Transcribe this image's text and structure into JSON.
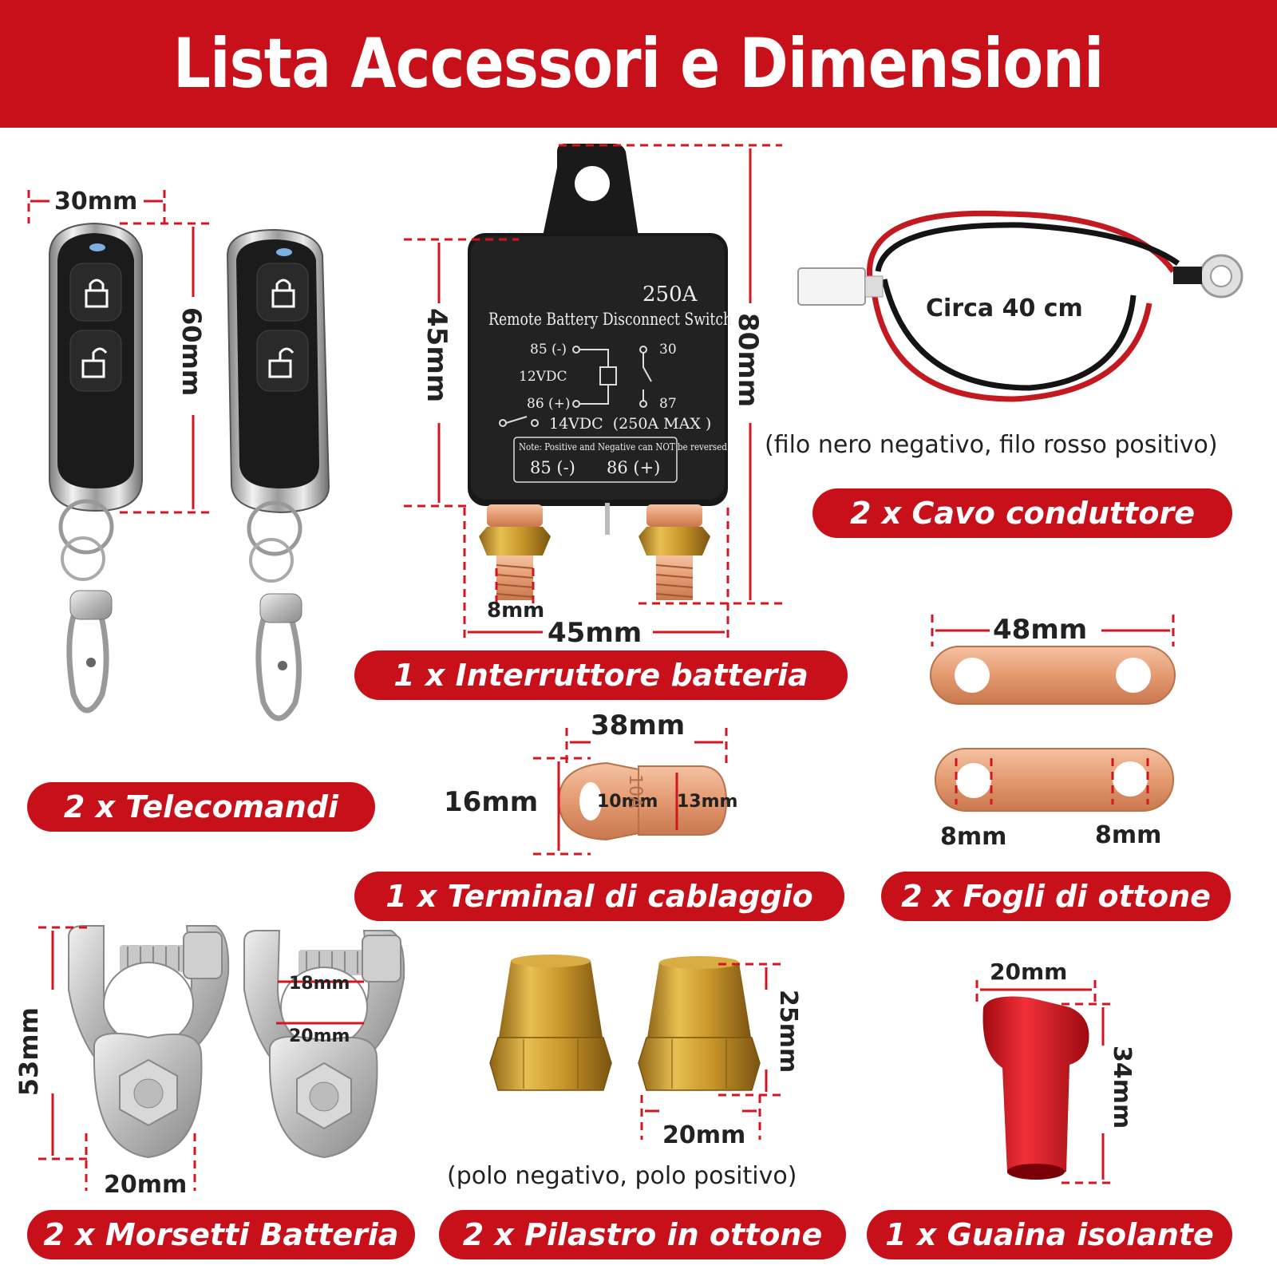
{
  "title": "Lista Accessori e Dimensioni",
  "remotes": {
    "label": "2 x Telecomandi",
    "width": "30mm",
    "height": "60mm"
  },
  "switch": {
    "label": "1 x Interruttore batteria",
    "height_body": "45mm",
    "height_total": "80mm",
    "width": "45mm",
    "bolt": "8mm",
    "print": {
      "rating": "250A",
      "name": "Remote Battery Disconnect Switch",
      "pin85": "85 (-)",
      "pin30": "30",
      "voltage": "12VDC",
      "pin86": "86 (+)",
      "pin87": "87",
      "max": "14VDC  (250A MAX )",
      "warning": "Note: Positive and Negative can NOT be reversed",
      "t85": "85 (-)",
      "t86": "86 (+)"
    }
  },
  "cable": {
    "label": "2 x Cavo conduttore",
    "length": "Circa 40 cm",
    "note": "(filo nero negativo, filo rosso positivo)"
  },
  "terminal": {
    "label": "1 x Terminal di cablaggio",
    "length": "38mm",
    "width": "16mm",
    "hole": "10mm",
    "barrel": "13mm",
    "stamp": "10A"
  },
  "brass_sheets": {
    "label": "2 x Fogli di ottone",
    "length": "48mm",
    "hole_left": "8mm",
    "hole_right": "8mm"
  },
  "clamps": {
    "label": "2 x Morsetti Batteria",
    "height": "53mm",
    "width": "20mm",
    "inner_top": "18mm",
    "inner_bottom": "20mm"
  },
  "pillars": {
    "label": "2 x Pilastro in ottone",
    "height": "25mm",
    "width": "20mm",
    "note": "(polo negativo, polo positivo)"
  },
  "sleeve": {
    "label": "1 x Guaina isolante",
    "width": "20mm",
    "height": "34mm"
  },
  "colors": {
    "accent": "#c8101a",
    "dim_line": "#d4141e",
    "copper": "#e8a07a",
    "brass": "#c9962b"
  }
}
